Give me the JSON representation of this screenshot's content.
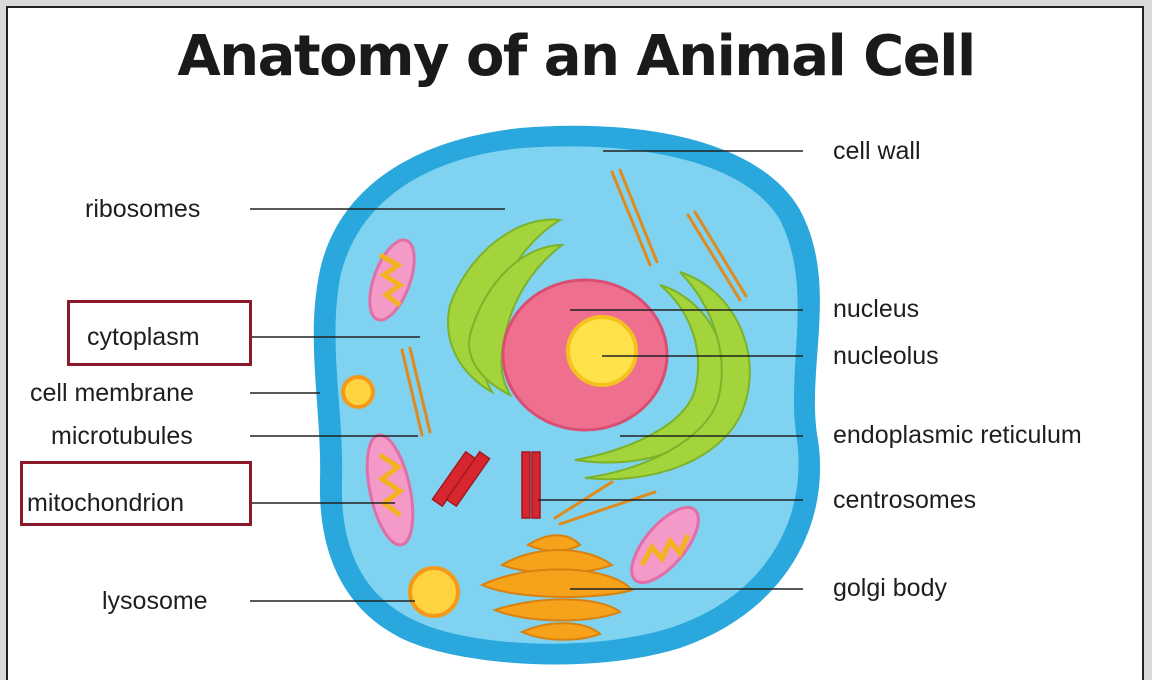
{
  "title": "Anatomy of an Animal Cell",
  "labels_left": {
    "ribosomes": "ribosomes",
    "cytoplasm": "cytoplasm",
    "cell_membrane": "cell membrane",
    "microtubules": "microtubules",
    "mitochondrion": "mitochondrion",
    "lysosome": "lysosome"
  },
  "labels_right": {
    "cell_wall": "cell wall",
    "nucleus": "nucleus",
    "nucleolus": "nucleolus",
    "endoplasmic_reticulum": "endoplasmic reticulum",
    "centrosomes": "centrosomes",
    "golgi_body": "golgi body"
  },
  "highlighted": [
    "cytoplasm",
    "mitochondrion"
  ],
  "colors": {
    "highlight_box": "#8b1a2b",
    "cell_outer": "#2aa7dd",
    "cell_inner": "#7fd3f0",
    "nucleus": "#ef6f8e",
    "nucleolus": "#ffe14a",
    "er": "#a4d43c",
    "golgi": "#f7a21b",
    "centrosome": "#d8262f",
    "mitochondrion": "#f49ac9"
  }
}
